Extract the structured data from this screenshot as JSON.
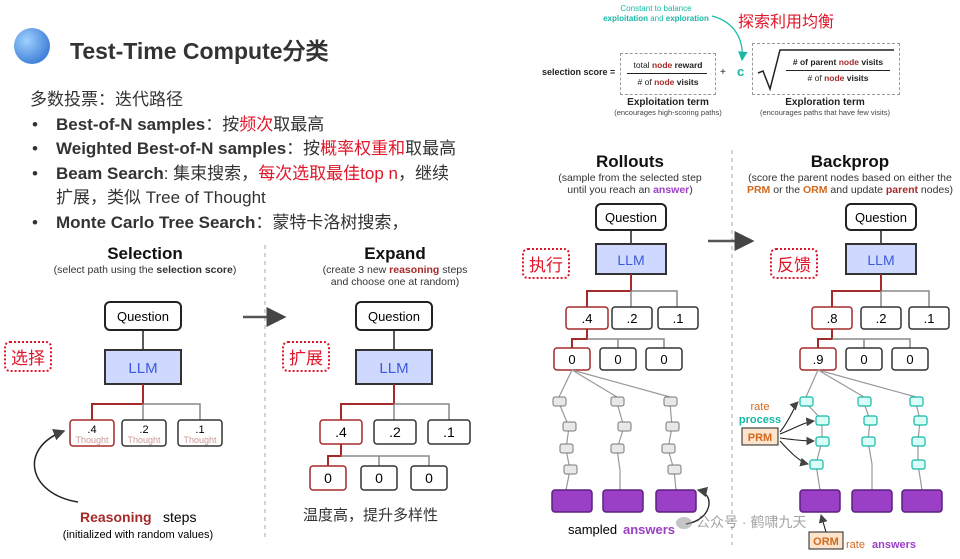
{
  "title": "Test-Time Compute分类",
  "bullets": {
    "intro": "多数投票：迭代路径",
    "item1_bold": "Best-of-N samples",
    "item1_a": "：按",
    "item1_red": "频次",
    "item1_b": "取最高",
    "item2_bold": "Weighted Best-of-N samples",
    "item2_a": "：按",
    "item2_red": "概率权重和",
    "item2_b": "取最高",
    "item3_bold": "Beam Search",
    "item3_a": ": 集束搜索，",
    "item3_red": "每次选取最佳top n",
    "item3_b": "，继续",
    "item3_line2": "扩展，类似 Tree of Thought",
    "item4_bold": "Monte Carlo Tree Search",
    "item4_a": "：蒙特卡洛树搜索，"
  },
  "formula": {
    "tooltip_l1": "Constant to balance",
    "tooltip_l2a": "exploitation",
    "tooltip_l2b": " and ",
    "tooltip_l2c": "exploration",
    "cn_label": "探索利用均衡",
    "score_label": "selection score =",
    "num1a": "total ",
    "num1b": "node",
    "num1c": " reward",
    "den1a": "# of ",
    "den1b": "node",
    "den1c": " visits",
    "plus": "+",
    "c": "c",
    "num2a": "# of parent ",
    "num2b": "node",
    "num2c": " visits",
    "den2a": "# of ",
    "den2b": "node",
    "den2c": " visits",
    "term1": "Exploitation term",
    "term1_sub": "(encourages high-scoring paths)",
    "term2": "Exploration term",
    "term2_sub": "(encourages paths that have few visits)"
  },
  "selection": {
    "heading": "Selection",
    "sub1": "(select path using the ",
    "sub1b": "selection score",
    "sub1c": ")",
    "tag": "选择",
    "question": "Question",
    "llm": "LLM",
    "nodes": [
      ".4",
      ".2",
      ".1"
    ],
    "thought": "Thought",
    "note1": "Reasoning",
    "note1b": " steps",
    "note2": "(initialized with random values)"
  },
  "expand": {
    "heading": "Expand",
    "sub1": "(create 3 new ",
    "sub1b": "reasoning",
    "sub1c": " steps",
    "sub2": "and choose one at random)",
    "tag": "扩展",
    "question": "Question",
    "llm": "LLM",
    "nodes": [
      ".4",
      ".2",
      ".1"
    ],
    "children": [
      "0",
      "0",
      "0"
    ],
    "caption": "温度高，提升多样性"
  },
  "rollouts": {
    "heading": "Rollouts",
    "sub1": "(sample from the selected step",
    "sub2a": "until you reach an ",
    "sub2b": "answer",
    "sub2c": ")",
    "tag": "执行",
    "question": "Question",
    "llm": "LLM",
    "nodes": [
      ".4",
      ".2",
      ".1"
    ],
    "children": [
      "0",
      "0",
      "0"
    ],
    "answers_a": "sampled ",
    "answers_b": "answers"
  },
  "backprop": {
    "heading": "Backprop",
    "sub1": "(score the parent nodes based on either the",
    "sub2a": "PRM",
    "sub2b": " or the ",
    "sub2c": "ORM",
    "sub2d": " and update ",
    "sub2e": "parent",
    "sub2f": " nodes)",
    "tag": "反馈",
    "question": "Question",
    "llm": "LLM",
    "nodes": [
      ".8",
      ".2",
      ".1"
    ],
    "children": [
      ".9",
      "0",
      "0"
    ],
    "rate": "rate",
    "process": "process",
    "prm": "PRM",
    "orm": "ORM",
    "rate_answers_a": "rate ",
    "rate_answers_b": "answers"
  },
  "watermark": "公众号 · 鹤啸九天",
  "colors": {
    "red": "#e0162b",
    "dark_red": "#a52a2a",
    "purple": "#9b3fc6",
    "teal": "#17b8a6",
    "orange": "#d2691e",
    "llm_fill": "#cfd8ff",
    "llm_text": "#3b5bd9"
  }
}
